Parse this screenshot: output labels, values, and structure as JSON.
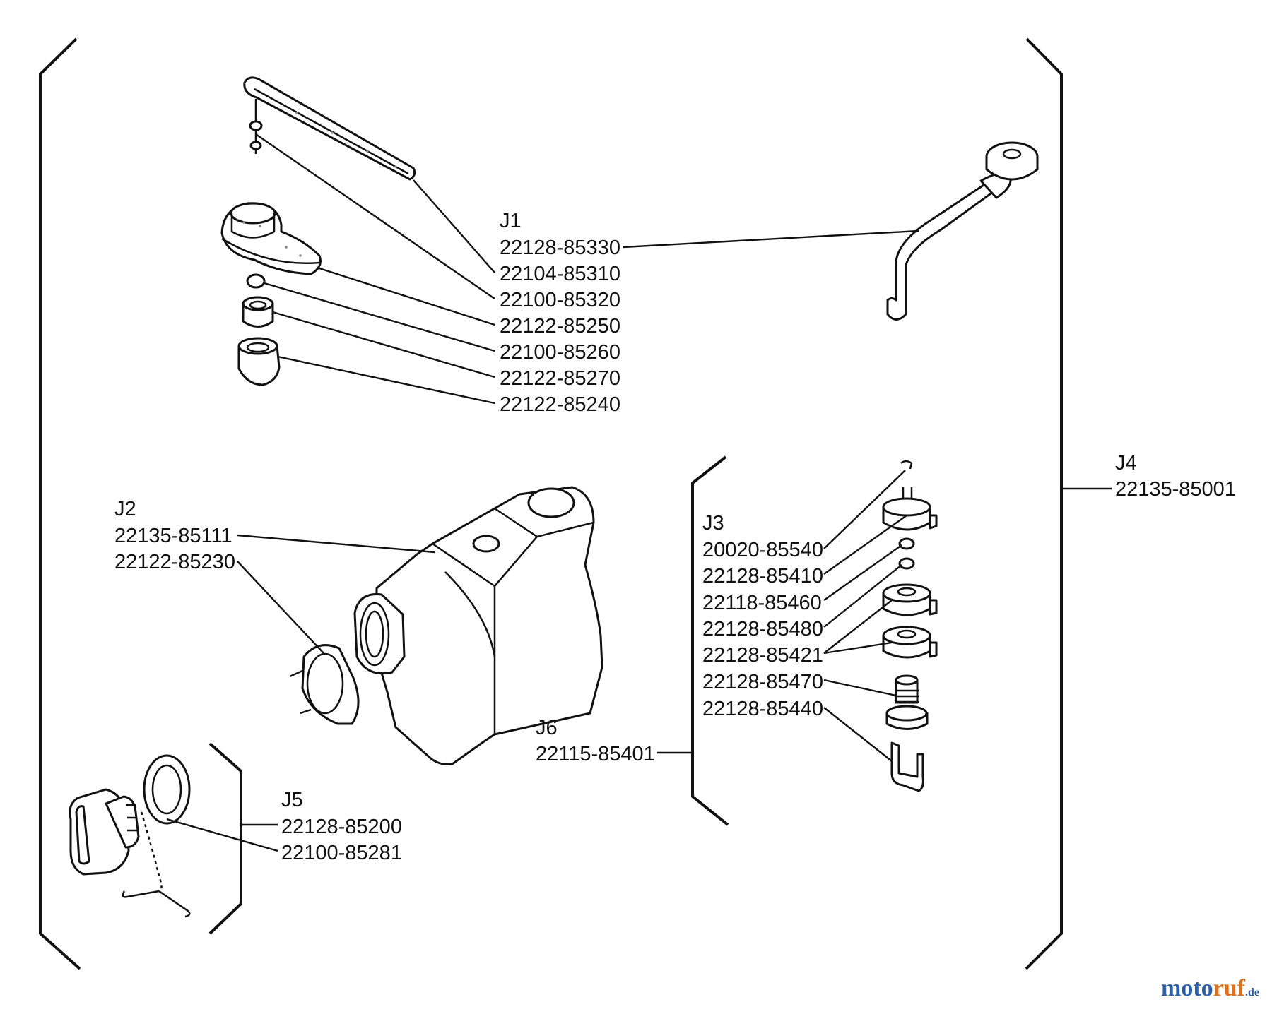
{
  "groups": {
    "j1": {
      "label": "J1",
      "parts": [
        "22128-85330",
        "22104-85310",
        "22100-85320",
        "22122-85250",
        "22100-85260",
        "22122-85270",
        "22122-85240"
      ]
    },
    "j2": {
      "label": "J2",
      "parts": [
        "22135-85111",
        "22122-85230"
      ]
    },
    "j3": {
      "label": "J3",
      "parts": [
        "20020-85540",
        "22128-85410",
        "22118-85460",
        "22128-85480",
        "22128-85421",
        "22128-85470",
        "22128-85440"
      ]
    },
    "j4": {
      "label": "J4",
      "parts": [
        "22135-85001"
      ]
    },
    "j5": {
      "label": "J5",
      "parts": [
        "22128-85200",
        "22100-85281"
      ]
    },
    "j6": {
      "label": "J6",
      "parts": [
        "22115-85401"
      ]
    }
  },
  "watermark": {
    "text_left": "moto",
    "text_right": "ruf",
    "suffix": ".de",
    "color_left": "#2b5fa8",
    "color_right": "#e0701a"
  }
}
